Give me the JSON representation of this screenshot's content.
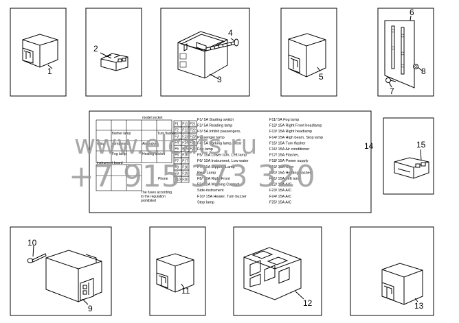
{
  "callouts": {
    "n1": "1",
    "n2": "2",
    "n3": "3",
    "n4": "4",
    "n5": "5",
    "n6": "6",
    "n7": "7",
    "n8": "8",
    "n9": "9",
    "n10": "10",
    "n11": "11",
    "n12": "12",
    "n13": "13",
    "n14": "14",
    "n15": "15"
  },
  "fuse_box": {
    "slots": [
      "F1",
      "F11",
      "F21",
      "F2",
      "F12",
      "F22",
      "F3",
      "F13",
      "F23",
      "F4",
      "F14",
      "F24",
      "F5",
      "F15",
      "F25",
      "F6",
      "F16",
      "F7",
      "F17",
      "F8",
      "F18",
      "F9",
      "F19",
      "F10",
      "F20"
    ],
    "labels": {
      "model_socket": "model socket",
      "flasher_lamp": "flasher lamp",
      "turn_flasher": "Turn flasher",
      "air_socket": "Air socket",
      "fog_lamp": "Fog lamp",
      "heating_socket": "Heating socket",
      "relay": "relay",
      "compressor": "compressor",
      "instrument_board": "instrument board",
      "phone": "Phone",
      "note_1": "The fuses according",
      "note_2": "to the regulation",
      "note_3": "prohibited"
    },
    "fuse_lines": [
      "F1/ 5A Starting switch",
      "F2/ 5A Reading lamp",
      "F3/ 5A Inhibit passengers,",
      "Passenger lamp",
      "F4/ 5A Parking lamp, Rear",
      "Fog lamp",
      "F5/ 15A Lower turn, Left lamp",
      "F6/ 10A Instrument, Low water",
      "F7/ 10A Dipped, Lamp",
      "Rear Lamp",
      "F8/ 10A Right Front",
      "F9/ 10A Warning Contact",
      "Side-instrument",
      "F10/ 15A Heater, Turn buzzer",
      "Stop lamp",
      "F11/ 5A Fog lamp",
      "F12/ 15A Right Front headlamp",
      "F13/ 15A Right headlamp",
      "F14/ 15A High beam, Stop lamp",
      "F15/ 15A Turn flasher",
      "F16/ 15A Air conditioner",
      "F17/ 15A Flasher,",
      "F18/ 15A Power supply",
      "F19/ 15A Horn",
      "F20/ 15A Heating flasher",
      "F21/ 15A Left turn",
      "F22/ 15A A/C",
      "F23/ 15A A/C",
      "F24/ 15A A/C",
      "F25/ 15A A/C"
    ]
  },
  "watermark": {
    "line1": "www.elcats.ru",
    "line2": "+7 915 373 320"
  }
}
